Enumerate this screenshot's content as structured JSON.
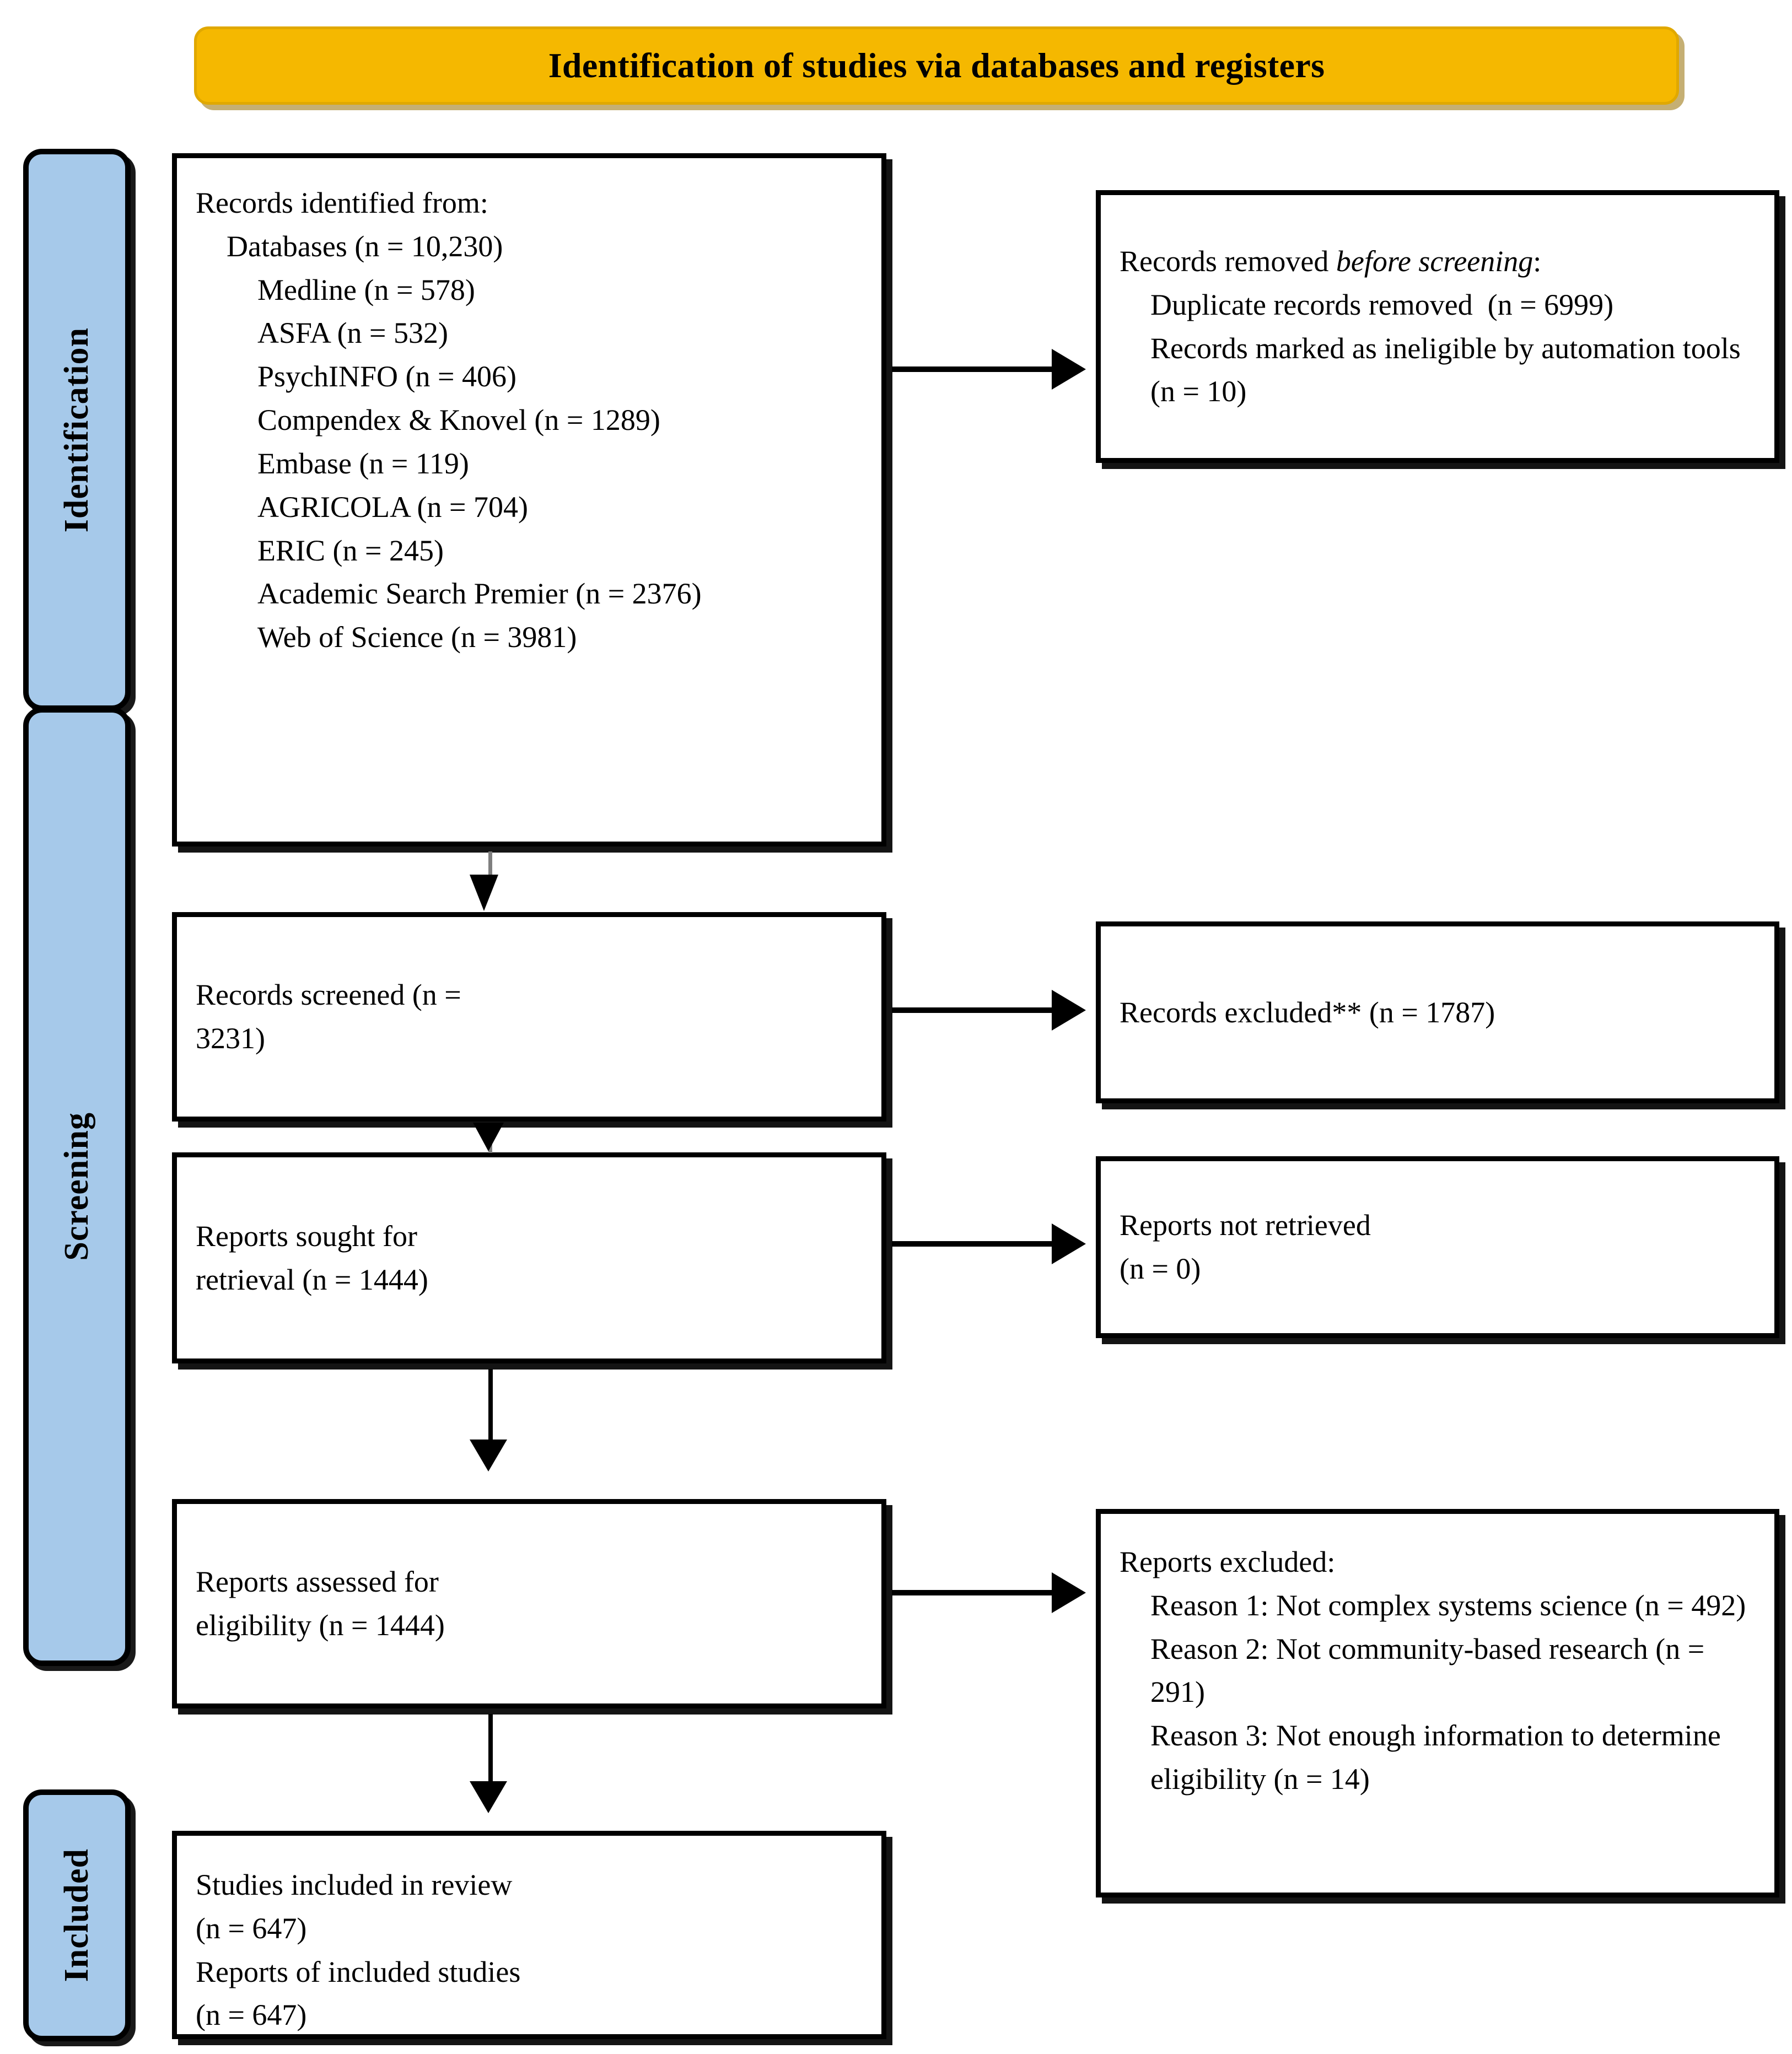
{
  "banner": {
    "title": "Identification of studies via databases and registers",
    "color": "#F5B800"
  },
  "stages": {
    "identification": "Identification",
    "screening": "Screening",
    "included": "Included",
    "color": "#A6C9EA"
  },
  "boxes": {
    "identified": {
      "heading": "Records identified from:",
      "databases_total": "Databases (n = 10,230)",
      "sources": [
        "Medline (n = 578)",
        "ASFA (n = 532)",
        "PsychINFO (n = 406)",
        "Compendex & Knovel (n = 1289)",
        "Embase (n = 119)",
        "AGRICOLA (n = 704)",
        "ERIC (n = 245)",
        "Academic Search Premier (n = 2376)",
        "Web of Science (n = 3981)"
      ]
    },
    "removed": {
      "heading_prefix": "Records removed ",
      "heading_italic": "before screening",
      "heading_suffix": ":",
      "items": [
        "Duplicate records removed  (n = 6999)",
        "Records marked as ineligible by automation tools (n = 10)"
      ]
    },
    "screened": {
      "line1": "Records screened (n =",
      "line2": "3231)"
    },
    "records_excluded": {
      "line1": "Records excluded** (n = 1787)"
    },
    "sought": {
      "line1": "Reports sought for",
      "line2": "retrieval (n = 1444)"
    },
    "not_retrieved": {
      "line1": "Reports not retrieved",
      "line2": "(n = 0)"
    },
    "assessed": {
      "line1": "Reports assessed for",
      "line2": "eligibility (n = 1444)"
    },
    "reports_excluded": {
      "heading": "Reports excluded:",
      "reasons": [
        "Reason 1: Not complex systems science (n = 492)",
        "Reason 2: Not community-based research (n = 291)",
        "Reason 3: Not enough information to determine eligibility (n = 14)"
      ]
    },
    "included": {
      "line1": "Studies included in review",
      "line2": "(n = 647)",
      "line3": "Reports of included studies",
      "line4": "(n = 647)"
    }
  }
}
